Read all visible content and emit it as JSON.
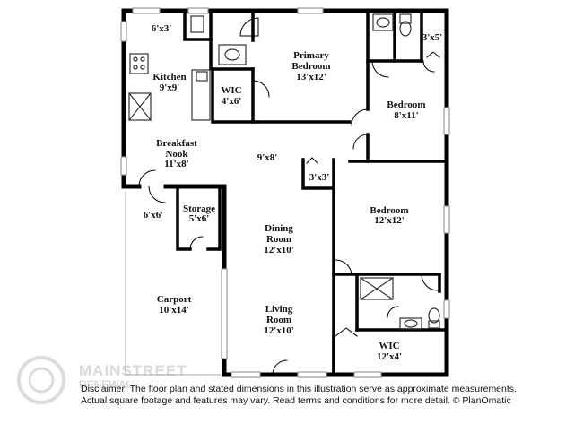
{
  "rooms": {
    "kitchen": {
      "name": "Kitchen",
      "dim": "9'x9'"
    },
    "primary_bedroom": {
      "name1": "Primary",
      "name2": "Bedroom",
      "dim": "13'x12'"
    },
    "wic_primary": {
      "name": "WIC",
      "dim": "4'x6'"
    },
    "bedroom_ne": {
      "name": "Bedroom",
      "dim": "8'x11'"
    },
    "closet_ne": {
      "dim": "3'x5'"
    },
    "pantry": {
      "dim": "6'x3'"
    },
    "breakfast_nook": {
      "name1": "Breakfast",
      "name2": "Nook",
      "dim": "11'x8'"
    },
    "hall": {
      "dim": "9'x8'"
    },
    "closet_hall": {
      "dim": "3'x3'"
    },
    "bedroom_e": {
      "name": "Bedroom",
      "dim": "12'x12'"
    },
    "laundry": {
      "dim": "6'x6'"
    },
    "storage": {
      "name": "Storage",
      "dim": "5'x6'"
    },
    "dining_room": {
      "name1": "Dining",
      "name2": "Room",
      "dim": "12'x10'"
    },
    "carport": {
      "name": "Carport",
      "dim": "10'x14'"
    },
    "living_room": {
      "name1": "Living",
      "name2": "Room",
      "dim": "12'x10'"
    },
    "wic_se": {
      "name": "WIC",
      "dim": "12'x4'"
    }
  },
  "disclaimer": {
    "line1": "Disclaimer: The floor plan and stated dimensions in this illustration serve as approximate measurements.",
    "line2": "Actual square footage and features may vary. Read terms and conditions for more detail. © PlanOmatic"
  },
  "watermark": {
    "line1": "MAINSTREET",
    "line2": "RENEWAL"
  },
  "colors": {
    "wall": "#000000",
    "window": "#9a9a9a",
    "fixture": "#333333",
    "watermark": "#d9d9d9"
  }
}
